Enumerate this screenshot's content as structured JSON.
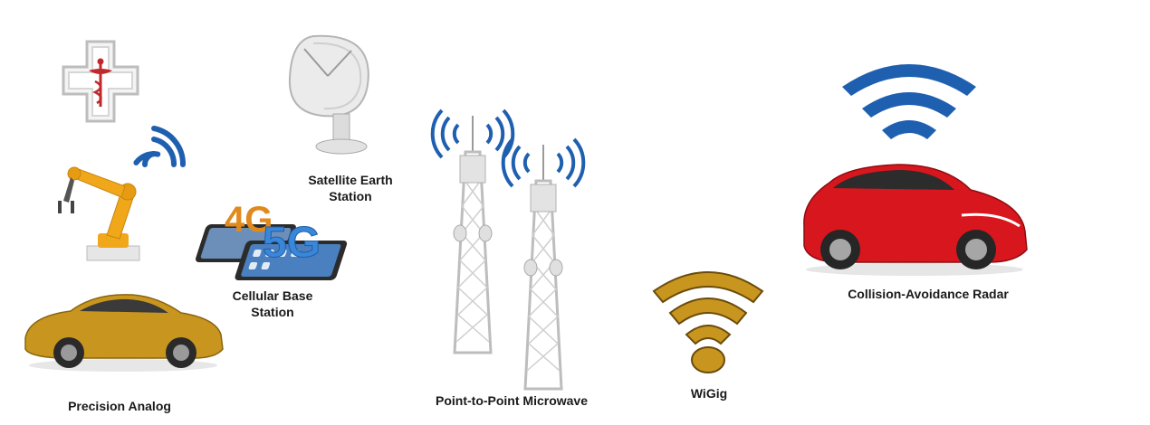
{
  "labels": {
    "precision_analog": "Precision Analog",
    "satellite_line1": "Satellite Earth",
    "satellite_line2": "Station",
    "cellular_line1": "Cellular Base",
    "cellular_line2": "Station",
    "microwave": "Point-to-Point Microwave",
    "wigig": "WiGig",
    "radar": "Collision-Avoidance Radar"
  },
  "phone_badges": {
    "four_g": "4G",
    "five_g": "5G"
  },
  "colors": {
    "wave_blue": "#1f5fb0",
    "gold": "#c8961e",
    "car_red": "#d8161d",
    "robot_yellow": "#f0a81a",
    "medical_red": "#c0282c",
    "tower_grey": "#c9c9c9"
  }
}
